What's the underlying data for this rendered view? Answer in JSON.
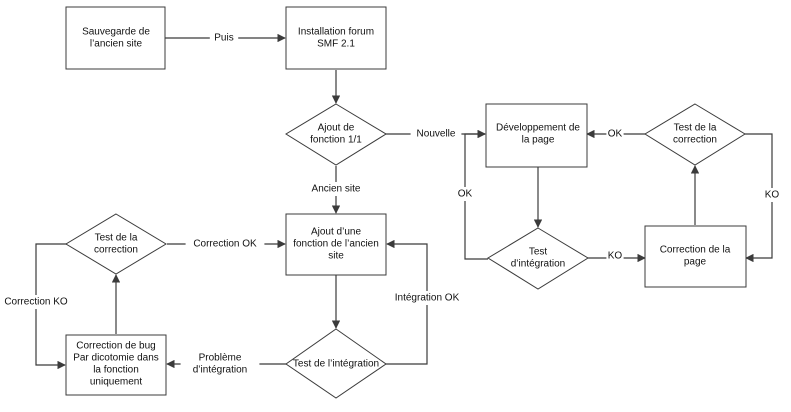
{
  "nodes": {
    "sauvegarde": {
      "lines": [
        "Sauvegarde de",
        "l’ancien site"
      ]
    },
    "installation": {
      "lines": [
        "Installation forum",
        "SMF 2.1"
      ]
    },
    "ajout_fonction_decision": {
      "lines": [
        "Ajout de",
        "fonction 1/1"
      ]
    },
    "developpement": {
      "lines": [
        "Développement de",
        "la page"
      ]
    },
    "test_correction_right": {
      "lines": [
        "Test de la",
        "correction"
      ]
    },
    "test_integration_right": {
      "lines": [
        "Test",
        "d’intégration"
      ]
    },
    "correction_page": {
      "lines": [
        "Correction de la",
        "page"
      ]
    },
    "ajout_ancien": {
      "lines": [
        "Ajout d’une",
        "fonction de l’ancien",
        "site"
      ]
    },
    "test_correction_left": {
      "lines": [
        "Test de la",
        "correction"
      ]
    },
    "correction_bug": {
      "lines": [
        "Correction de bug",
        "Par dicotomie dans",
        "la fonction",
        "uniquement"
      ]
    },
    "test_integration_bottom": {
      "lines": [
        "Test de l’intégration"
      ]
    }
  },
  "edges": {
    "puis": {
      "lines": [
        "Puis"
      ]
    },
    "nouvelle": {
      "lines": [
        "Nouvelle"
      ]
    },
    "ancien_site": {
      "lines": [
        "Ancien site"
      ]
    },
    "ok_right": {
      "lines": [
        "OK"
      ]
    },
    "ko_right": {
      "lines": [
        "KO"
      ]
    },
    "ok_left": {
      "lines": [
        "OK"
      ]
    },
    "ko_bottom": {
      "lines": [
        "KO"
      ]
    },
    "correction_ok": {
      "lines": [
        "Correction OK"
      ]
    },
    "correction_ko": {
      "lines": [
        "Correction KO"
      ]
    },
    "integration_ok": {
      "lines": [
        "Intégration OK"
      ]
    },
    "probleme": {
      "lines": [
        "Problème",
        "d’intégration"
      ]
    }
  }
}
